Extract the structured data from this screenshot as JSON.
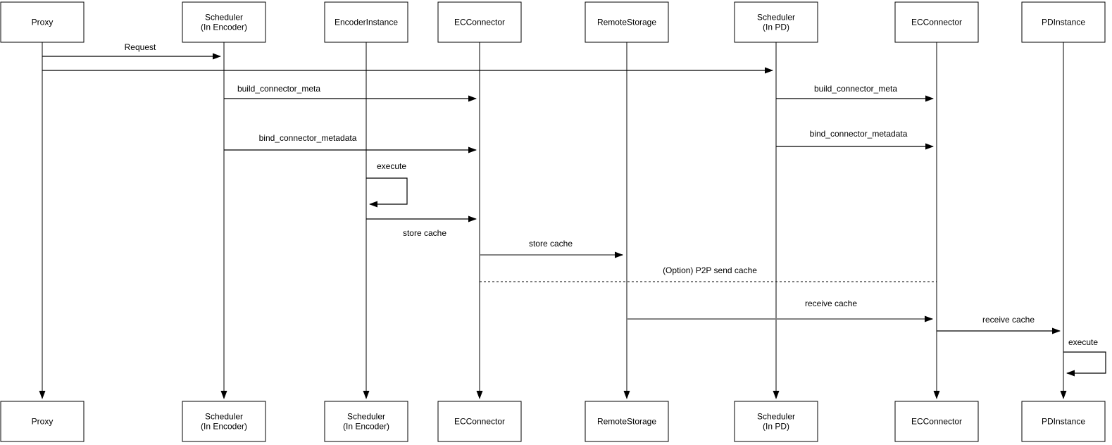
{
  "diagram": {
    "type": "sequence-diagram",
    "description": "EC cache build / store / receive flow between Encoder side and PD side"
  },
  "actors": [
    {
      "id": "proxy",
      "top": [
        "Proxy"
      ],
      "bottom": [
        "Proxy"
      ]
    },
    {
      "id": "scheduler-in-encoder",
      "top": [
        "Scheduler",
        "(In Encoder)"
      ],
      "bottom": [
        "Scheduler",
        "(In Encoder)"
      ]
    },
    {
      "id": "encoder-instance",
      "top": [
        "EncoderInstance"
      ],
      "bottom": [
        "Scheduler",
        "(In Encoder)"
      ]
    },
    {
      "id": "ec-connector-encoder",
      "top": [
        "ECConnector"
      ],
      "bottom": [
        "ECConnector"
      ]
    },
    {
      "id": "remote-storage",
      "top": [
        "RemoteStorage"
      ],
      "bottom": [
        "RemoteStorage"
      ]
    },
    {
      "id": "scheduler-in-pd",
      "top": [
        "Scheduler",
        "(In PD)"
      ],
      "bottom": [
        "Scheduler",
        "(In PD)"
      ]
    },
    {
      "id": "ec-connector-pd",
      "top": [
        "ECConnector"
      ],
      "bottom": [
        "ECConnector"
      ]
    },
    {
      "id": "pd-instance",
      "top": [
        "PDInstance"
      ],
      "bottom": [
        "PDInstance"
      ]
    }
  ],
  "messages": [
    {
      "label": "Request",
      "from": "proxy",
      "to": "scheduler-in-encoder",
      "style": "solid"
    },
    {
      "label": "",
      "from": "proxy",
      "to": "scheduler-in-pd",
      "style": "solid"
    },
    {
      "label": "build_connector_meta",
      "from": "scheduler-in-encoder",
      "to": "ec-connector-encoder",
      "style": "solid"
    },
    {
      "label": "build_connector_meta",
      "from": "scheduler-in-pd",
      "to": "ec-connector-pd",
      "style": "solid"
    },
    {
      "label": "bind_connector_metadata",
      "from": "scheduler-in-encoder",
      "to": "ec-connector-encoder",
      "style": "solid"
    },
    {
      "label": "bind_connector_metadata",
      "from": "scheduler-in-pd",
      "to": "ec-connector-pd",
      "style": "solid"
    },
    {
      "label": "execute",
      "from": "encoder-instance",
      "to": "encoder-instance",
      "style": "self-loop"
    },
    {
      "label": "store cache",
      "from": "encoder-instance",
      "to": "ec-connector-encoder",
      "style": "solid"
    },
    {
      "label": "store cache",
      "from": "ec-connector-encoder",
      "to": "remote-storage",
      "style": "solid-gray"
    },
    {
      "label": "(Option) P2P send cache",
      "from": "ec-connector-encoder",
      "to": "ec-connector-pd",
      "style": "dashed"
    },
    {
      "label": "receive cache",
      "from": "remote-storage",
      "to": "ec-connector-pd",
      "style": "solid-gray"
    },
    {
      "label": "receive cache",
      "from": "ec-connector-pd",
      "to": "pd-instance",
      "style": "solid"
    },
    {
      "label": "execute",
      "from": "pd-instance",
      "to": "pd-instance",
      "style": "self-loop"
    }
  ],
  "colors": {
    "line": "#000000",
    "gray_line": "#828282",
    "box_fill": "#ffffff",
    "box_border": "#000000",
    "text": "#000000",
    "background": "#ffffff"
  }
}
